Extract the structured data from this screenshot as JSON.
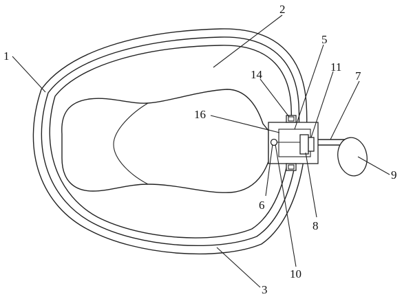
{
  "figure": {
    "labels": {
      "l1": "1",
      "l2": "2",
      "l3": "3",
      "l5": "5",
      "l6": "6",
      "l7": "7",
      "l8": "8",
      "l9": "9",
      "l10": "10",
      "l11": "11",
      "l14": "14",
      "l16": "16"
    },
    "colors": {
      "line": "#222222",
      "background": "#ffffff"
    }
  }
}
